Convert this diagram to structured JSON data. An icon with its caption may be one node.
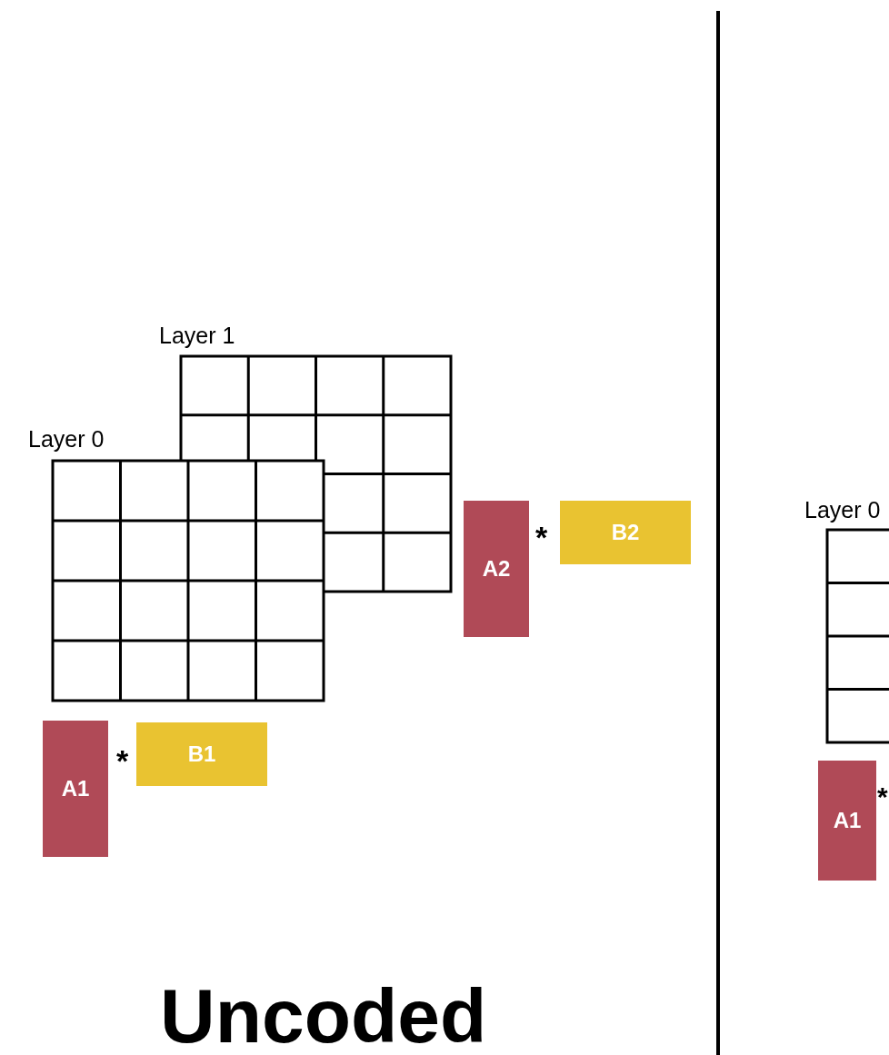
{
  "diagram": {
    "nodes": [
      {
        "text": [
          "A2"
        ]
      },
      {
        "text": [
          "B2"
        ]
      },
      {
        "text": [
          "A1"
        ]
      },
      {
        "text": [
          "B1"
        ]
      },
      {
        "text": [
          "A1"
        ]
      }
    ],
    "labels": [
      "Layer 1",
      "Layer 0",
      "*",
      "*",
      "Uncoded",
      "Layer 0",
      "*"
    ]
  }
}
